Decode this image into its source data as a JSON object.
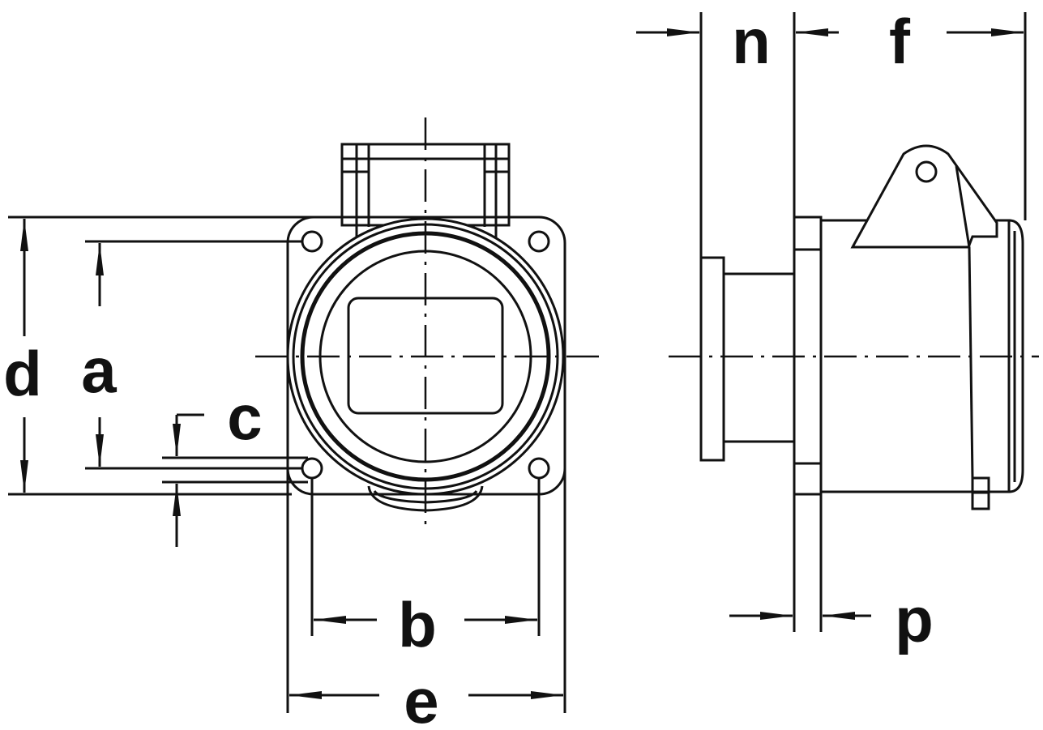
{
  "labels": {
    "n": "n",
    "f": "f",
    "d": "d",
    "a": "a",
    "c": "c",
    "b": "b",
    "e": "e",
    "p": "p"
  }
}
